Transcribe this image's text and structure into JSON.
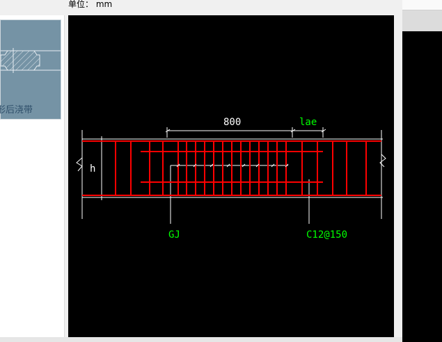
{
  "header": {
    "unit_label": "单位： mm"
  },
  "thumbnail": {
    "label": "形后浇带"
  },
  "drawing": {
    "dimension_800": "800",
    "dimension_lae": "lae",
    "height_label": "h",
    "label_gj": "GJ",
    "label_rebar": "C12@150"
  },
  "colors": {
    "rebar": "#ff0000",
    "annotation": "#00ff00",
    "lines": "#ffffff",
    "canvas": "#000000"
  }
}
